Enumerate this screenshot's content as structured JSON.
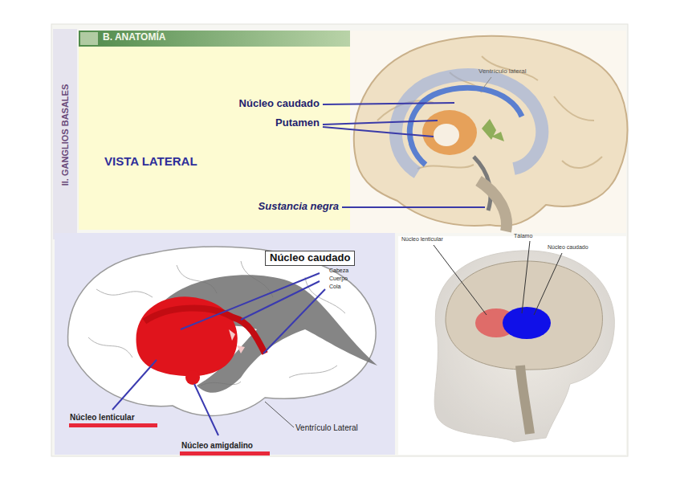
{
  "diagram": {
    "title": "B. ANATOMÍA",
    "labels": [
      "II. GANGLIOS BASALES",
      "VISTA LATERAL",
      "Núcleo caudado",
      "Putamen",
      "Sustancia negra",
      "Ventrículo lateral",
      "Núcleo caudado",
      "Cabeza",
      "Cuerpo",
      "Cola",
      "Núcleo lenticular",
      "Núcleo amigdalino",
      "Ventrículo Lateral",
      "Núcleo lenticular",
      "Tálamo",
      "Núcleo caudado"
    ]
  }
}
